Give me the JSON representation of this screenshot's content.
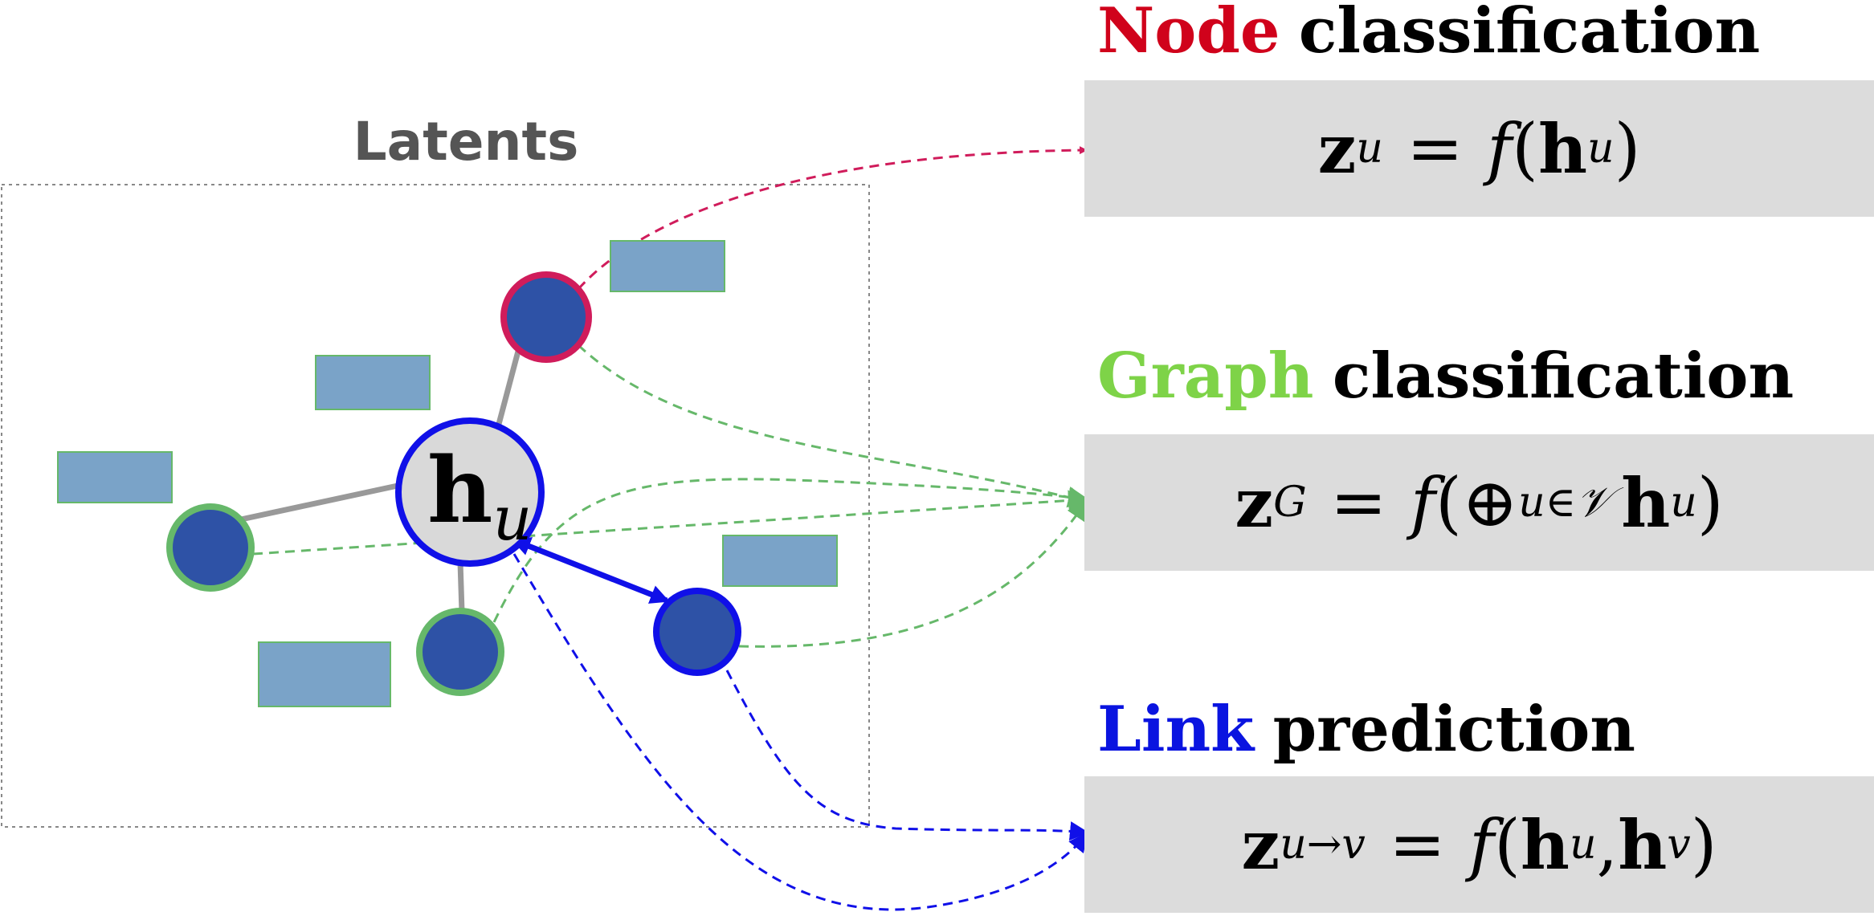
{
  "latents_title": "Latents",
  "center_node": {
    "symbol": "h",
    "subscript": "u"
  },
  "tasks": [
    {
      "keyword": "Node",
      "rest": "classification",
      "color": "#d0021b"
    },
    {
      "keyword": "Graph",
      "rest": "classification",
      "color": "#7ed348"
    },
    {
      "keyword": "Link",
      "rest": "prediction",
      "color": "#0a14e0"
    }
  ],
  "formulas": {
    "node": {
      "lhs": "z",
      "lhs_sub": "u",
      "f": "f",
      "arg": "h",
      "arg_sub": "u"
    },
    "graph": {
      "lhs": "z",
      "lhs_sub": "G",
      "f": "f",
      "op": "⊕",
      "op_sub": "u∈𝒱",
      "arg": "h",
      "arg_sub": "u"
    },
    "link": {
      "lhs": "z",
      "lhs_sub": "u→v",
      "f": "f",
      "arg1": "h",
      "arg1_sub": "u",
      "arg2": "h",
      "arg2_sub": "v"
    }
  },
  "colors": {
    "node_fill": "#2e52a6",
    "feature_box": "#7aa3c8",
    "node_task": "#d01c5b",
    "graph_task": "#66b86a",
    "link_task": "#1010e8",
    "edge": "#999999",
    "formula_bg": "#dcdcdc"
  }
}
